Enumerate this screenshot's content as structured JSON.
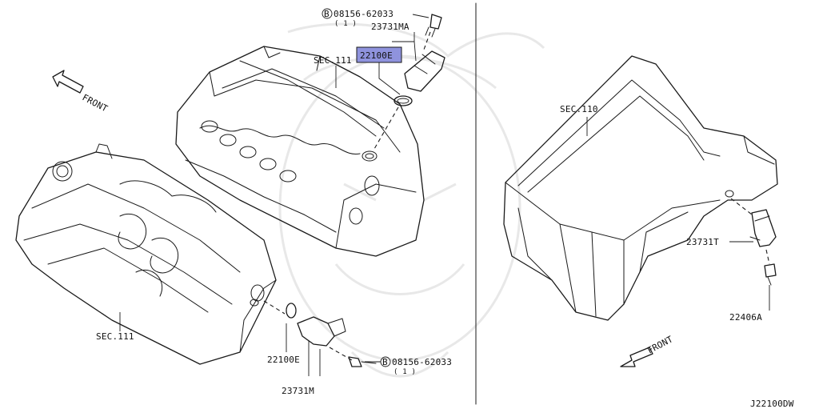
{
  "callouts": {
    "bolt_top": "08156-62033",
    "bolt_top_qty": "( 1 )",
    "bolt_top_circle": "B",
    "sensor_top": "23731MA",
    "highlighted": "22100E",
    "sec_top": "SEC.111",
    "sec_left": "SEC.111",
    "sec_right": "SEC.110",
    "sensor_left_oring": "22100E",
    "bolt_bottom": "08156-62033",
    "bolt_bottom_qty": "( 1 )",
    "bolt_bottom_circle": "B",
    "sensor_left": "23731M",
    "sensor_right": "23731T",
    "bolt_right": "22406A",
    "front_left": "FRONT",
    "front_right": "FRONT",
    "diagram_code": "J22100DW"
  },
  "colors": {
    "highlight": "#8f93dd",
    "ink": "#1a1a1a"
  }
}
